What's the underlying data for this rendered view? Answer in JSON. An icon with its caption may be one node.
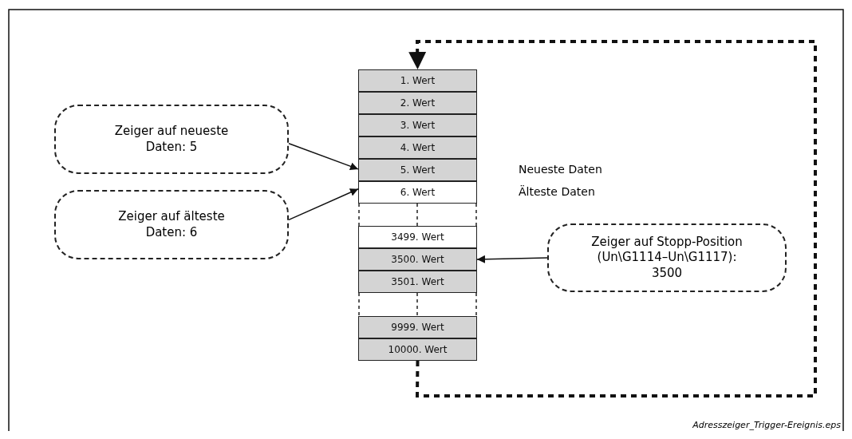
{
  "diagram": {
    "caption": "Adresszeiger_Trigger-Ereignis.eps",
    "nodes": [
      {
        "text": [
          "Zeiger auf neueste Daten: 5"
        ]
      },
      {
        "text": [
          "Zeiger auf älteste Daten: 6"
        ]
      },
      {
        "text": [
          "1. Wert"
        ]
      },
      {
        "text": [
          "2. Wert"
        ]
      },
      {
        "text": [
          "3. Wert"
        ]
      },
      {
        "text": [
          "4. Wert"
        ]
      },
      {
        "text": [
          "5. Wert"
        ],
        "beside": [
          "Neueste Daten"
        ]
      },
      {
        "text": [
          "6. Wert"
        ],
        "beside": [
          "Älteste Daten"
        ]
      },
      {
        "text": [
          "3499. Wert"
        ]
      },
      {
        "text": [
          "3500. Wert"
        ]
      },
      {
        "text": [
          "3501. Wert"
        ]
      },
      {
        "text": [
          "9999. Wert"
        ]
      },
      {
        "text": [
          "10000. Wert"
        ]
      },
      {
        "text": [
          "Zeiger auf Stopp-Position (Un\\G1114–Un\\G1117): 3500"
        ]
      }
    ],
    "edges": [
      {
        "from": 0,
        "to": 6,
        "arrow": "to"
      },
      {
        "from": 1,
        "to": 7,
        "arrow": "to"
      },
      {
        "from": 13,
        "to": 9,
        "arrow": "to"
      },
      {
        "from": 12,
        "to": 2,
        "arrow": "to",
        "style": "dashed"
      }
    ]
  }
}
